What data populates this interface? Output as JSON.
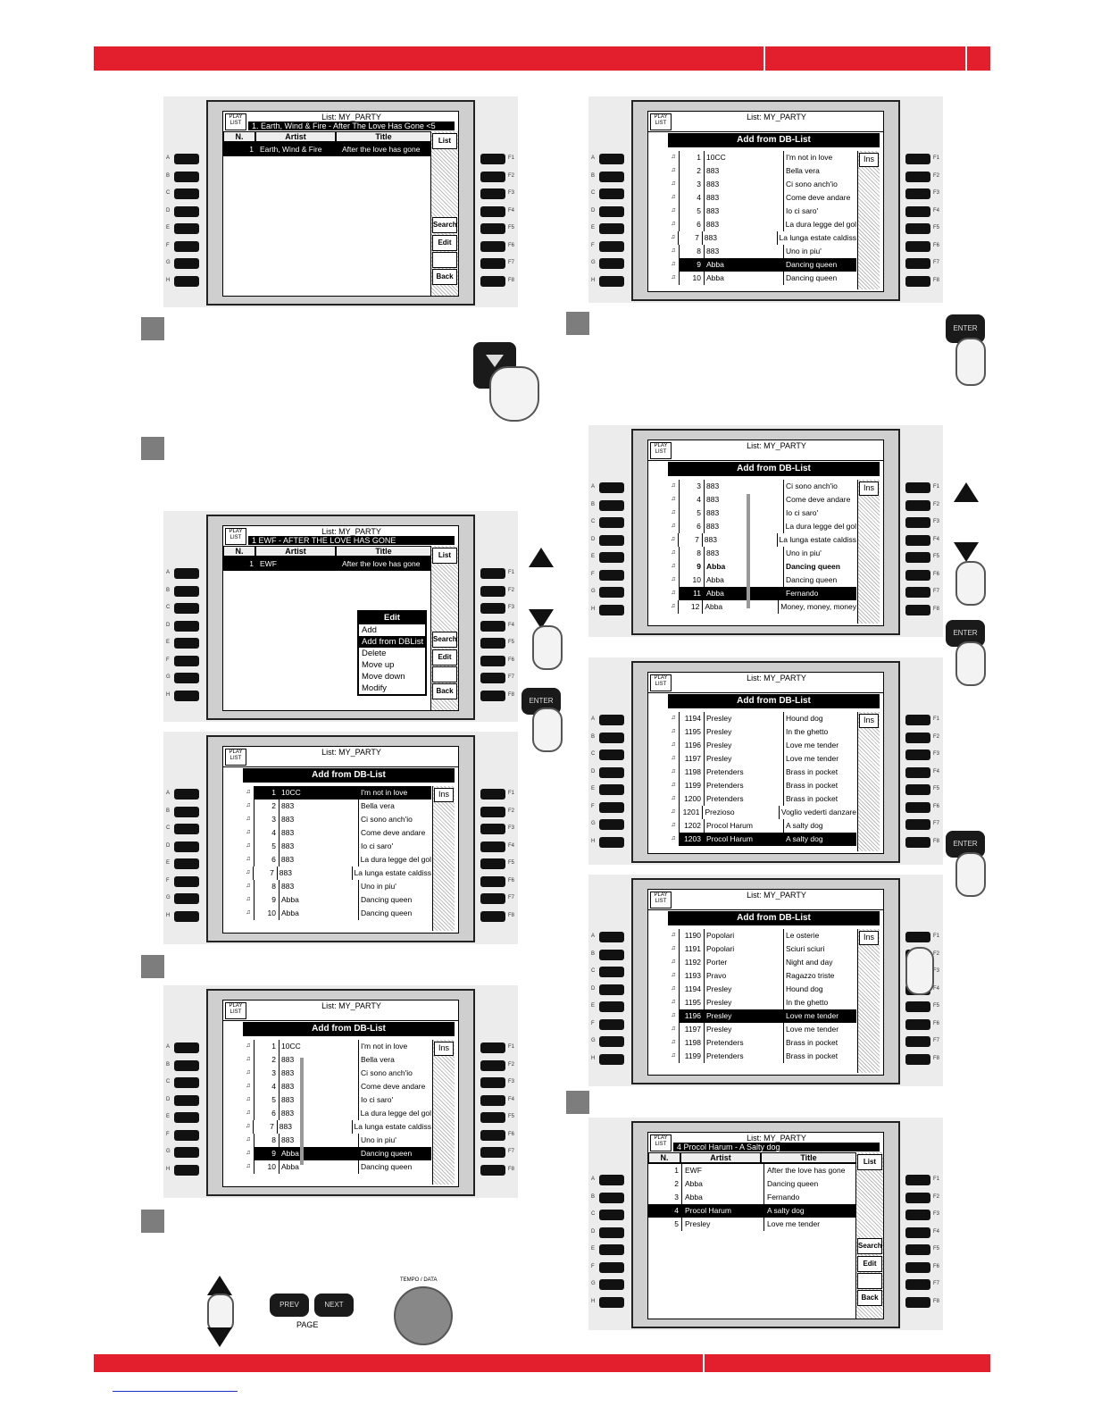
{
  "labels": {
    "list_title": "List: MY_PARTY",
    "col_n": "N.",
    "col_artist": "Artist",
    "col_title": "Title",
    "db_header": "Add from DB-List",
    "ins": "Ins",
    "play_logo": "PLAY LIST",
    "btn_list": "List",
    "btn_search": "Search",
    "btn_edit": "Edit",
    "btn_back": "Back",
    "key_enter": "ENTER",
    "key_prev": "PREV",
    "key_next": "NEXT",
    "key_page": "PAGE",
    "key_tempo": "TEMPO / DATA",
    "left_keys": [
      "A",
      "B",
      "C",
      "D",
      "E",
      "F",
      "G",
      "H"
    ],
    "right_keys": [
      "F1",
      "F2",
      "F3",
      "F4",
      "F5",
      "F6",
      "F7",
      "F8"
    ]
  },
  "screens": {
    "s1": {
      "subtitle": "1.   Earth, Wind & Fire  -  After The Love Has Gone  <5",
      "rows": [
        {
          "n": "1",
          "artist": "Earth, Wind & Fire",
          "title": "After the love has gone"
        }
      ]
    },
    "s2": {
      "subtitle": "1    EWF  -  AFTER THE LOVE HAS GONE",
      "rows": [
        {
          "n": "1",
          "artist": "EWF",
          "title": "After the love has gone"
        }
      ],
      "menu": {
        "header": "Edit",
        "items": [
          "Add",
          "Add from DBList",
          "Delete",
          "Move up",
          "Move down",
          "Modify"
        ]
      }
    },
    "s_final": {
      "subtitle": "4    Procol Harum  -  A Salty dog",
      "rows": [
        {
          "n": "1",
          "artist": "EWF",
          "title": "After the love has gone"
        },
        {
          "n": "2",
          "artist": "Abba",
          "title": "Dancing queen"
        },
        {
          "n": "3",
          "artist": "Abba",
          "title": "Fernando"
        },
        {
          "n": "4",
          "artist": "Procol Harum",
          "title": "A salty dog"
        },
        {
          "n": "5",
          "artist": "Presley",
          "title": "Love me tender"
        }
      ]
    }
  },
  "db_lists": {
    "first10": [
      {
        "n": "1",
        "artist": "10CC",
        "title": "I'm not in love"
      },
      {
        "n": "2",
        "artist": "883",
        "title": "Bella vera"
      },
      {
        "n": "3",
        "artist": "883",
        "title": "Ci sono anch'io"
      },
      {
        "n": "4",
        "artist": "883",
        "title": "Come deve andare"
      },
      {
        "n": "5",
        "artist": "883",
        "title": "Io ci saro'"
      },
      {
        "n": "6",
        "artist": "883",
        "title": "La dura legge del gol"
      },
      {
        "n": "7",
        "artist": "883",
        "title": "La lunga estate caldiss"
      },
      {
        "n": "8",
        "artist": "883",
        "title": "Uno in piu'"
      },
      {
        "n": "9",
        "artist": "Abba",
        "title": "Dancing queen"
      },
      {
        "n": "10",
        "artist": "Abba",
        "title": "Dancing queen"
      }
    ],
    "from3": [
      {
        "n": "3",
        "artist": "883",
        "title": "Ci sono anch'io"
      },
      {
        "n": "4",
        "artist": "883",
        "title": "Come deve andare"
      },
      {
        "n": "5",
        "artist": "883",
        "title": "Io ci saro'"
      },
      {
        "n": "6",
        "artist": "883",
        "title": "La dura legge del gol"
      },
      {
        "n": "7",
        "artist": "883",
        "title": "La lunga estate caldiss"
      },
      {
        "n": "8",
        "artist": "883",
        "title": "Uno in piu'"
      },
      {
        "n": "9",
        "artist": "Abba",
        "title": "Dancing queen"
      },
      {
        "n": "10",
        "artist": "Abba",
        "title": "Dancing queen"
      },
      {
        "n": "11",
        "artist": "Abba",
        "title": "Fernando"
      },
      {
        "n": "12",
        "artist": "Abba",
        "title": "Money, money, money"
      }
    ],
    "from1194": [
      {
        "n": "1194",
        "artist": "Presley",
        "title": "Hound dog"
      },
      {
        "n": "1195",
        "artist": "Presley",
        "title": "In the ghetto"
      },
      {
        "n": "1196",
        "artist": "Presley",
        "title": "Love me tender"
      },
      {
        "n": "1197",
        "artist": "Presley",
        "title": "Love me tender"
      },
      {
        "n": "1198",
        "artist": "Pretenders",
        "title": "Brass in pocket"
      },
      {
        "n": "1199",
        "artist": "Pretenders",
        "title": "Brass in pocket"
      },
      {
        "n": "1200",
        "artist": "Pretenders",
        "title": "Brass in pocket"
      },
      {
        "n": "1201",
        "artist": "Prezioso",
        "title": "Voglio vederti danzare"
      },
      {
        "n": "1202",
        "artist": "Procol Harum",
        "title": "A salty dog"
      },
      {
        "n": "1203",
        "artist": "Procol Harum",
        "title": "A salty dog"
      }
    ],
    "from1190": [
      {
        "n": "1190",
        "artist": "Popolari",
        "title": "Le osterie"
      },
      {
        "n": "1191",
        "artist": "Popolari",
        "title": "Sciuri sciuri"
      },
      {
        "n": "1192",
        "artist": "Porter",
        "title": "Night and day"
      },
      {
        "n": "1193",
        "artist": "Pravo",
        "title": "Ragazzo triste"
      },
      {
        "n": "1194",
        "artist": "Presley",
        "title": "Hound dog"
      },
      {
        "n": "1195",
        "artist": "Presley",
        "title": "In the ghetto"
      },
      {
        "n": "1196",
        "artist": "Presley",
        "title": "Love me tender"
      },
      {
        "n": "1197",
        "artist": "Presley",
        "title": "Love me tender"
      },
      {
        "n": "1198",
        "artist": "Pretenders",
        "title": "Brass in pocket"
      },
      {
        "n": "1199",
        "artist": "Pretenders",
        "title": "Brass in pocket"
      }
    ]
  },
  "colors": {
    "brand_red": "#e31e2d",
    "step_gray": "#7d7d7d"
  }
}
